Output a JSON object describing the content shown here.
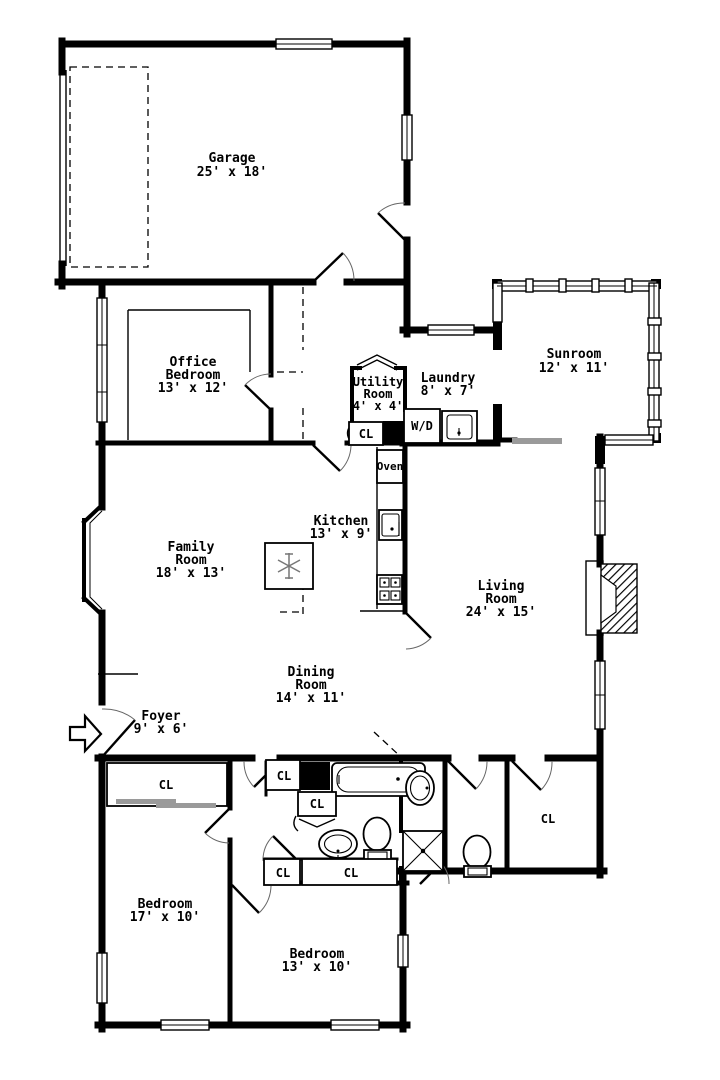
{
  "colors": {
    "wall": "#000000",
    "background": "#ffffff",
    "sliding_door_gray": "#9a9a9a",
    "door_arc_gray": "#666666"
  },
  "rooms": {
    "garage": {
      "name": "Garage",
      "dims": "25' x 18'"
    },
    "office_bedroom": {
      "line1": "Office",
      "line2": "Bedroom",
      "dims": "13' x 12'"
    },
    "sunroom": {
      "name": "Sunroom",
      "dims": "12' x 11'"
    },
    "utility_room": {
      "line1": "Utility",
      "line2": "Room",
      "dims": "4' x 4'"
    },
    "laundry": {
      "name": "Laundry",
      "dims": "8' x 7'"
    },
    "kitchen": {
      "name": "Kitchen",
      "dims": "13' x 9'"
    },
    "family_room": {
      "line1": "Family",
      "line2": "Room",
      "dims": "18' x 13'"
    },
    "living_room": {
      "line1": "Living",
      "line2": "Room",
      "dims": "24' x 15'"
    },
    "dining_room": {
      "line1": "Dining",
      "line2": "Room",
      "dims": "14' x 11'"
    },
    "foyer": {
      "name": "Foyer",
      "dims": "9' x 6'"
    },
    "bedroom_left": {
      "name": "Bedroom",
      "dims": "17' x 10'"
    },
    "bedroom_bottom": {
      "name": "Bedroom",
      "dims": "13' x 10'"
    }
  },
  "labels": {
    "closet": "CL",
    "washer_dryer": "W/D",
    "oven": "Oven"
  }
}
